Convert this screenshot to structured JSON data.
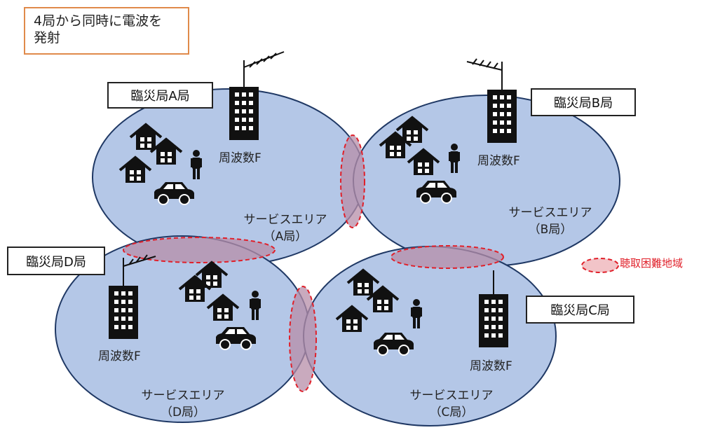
{
  "note": {
    "line1": "4局から同時に電波を",
    "line2": "発射"
  },
  "stations": {
    "a": {
      "label": "臨災局A局",
      "freq": "周波数F",
      "area_line1": "サービスエリア",
      "area_line2": "（A局）"
    },
    "b": {
      "label": "臨災局B局",
      "freq": "周波数F",
      "area_line1": "サービスエリア",
      "area_line2": "（B局）"
    },
    "c": {
      "label": "臨災局C局",
      "freq": "周波数F",
      "area_line1": "サービスエリア",
      "area_line2": "（C局）"
    },
    "d": {
      "label": "臨災局D局",
      "freq": "周波数F",
      "area_line1": "サービスエリア",
      "area_line2": "（D局）"
    }
  },
  "legend": {
    "label": "聴取困難地域"
  },
  "colors": {
    "area_fill": "#b4c7e7",
    "area_stroke": "#1f3864",
    "overlap_fill": "#b78ea8",
    "difficult_stroke": "#e0202a",
    "note_border": "#e08a4a"
  },
  "icons": [
    "building-icon",
    "antenna-icon",
    "house-icon",
    "person-icon",
    "car-icon"
  ]
}
